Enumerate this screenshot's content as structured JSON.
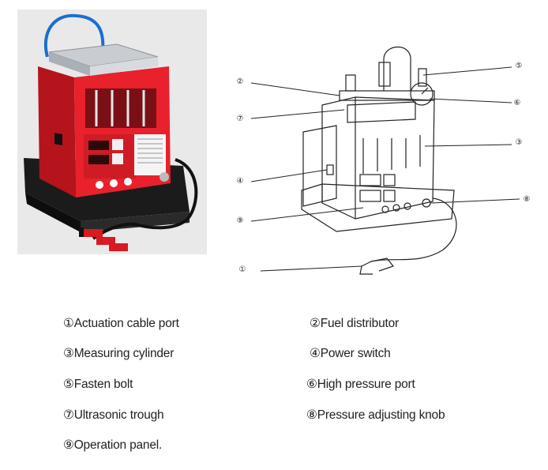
{
  "callouts": {
    "c1": "①",
    "c2": "②",
    "c3": "③",
    "c4": "④",
    "c5": "⑤",
    "c6": "⑥",
    "c7": "⑦",
    "c8": "⑧",
    "c9": "⑨"
  },
  "legend": [
    "①Actuation cable port",
    "②Fuel distributor",
    "③Measuring cylinder",
    "④Power switch",
    "⑤Fasten bolt",
    "⑥High pressure port",
    "⑦Ultrasonic trough",
    "⑧Pressure adjusting knob",
    "⑨Operation panel."
  ],
  "colors": {
    "machine_red": "#e8212c",
    "base_black": "#1a1a1a",
    "hose_blue": "#1a6fd0",
    "photo_bg": "#e9e9e9"
  }
}
